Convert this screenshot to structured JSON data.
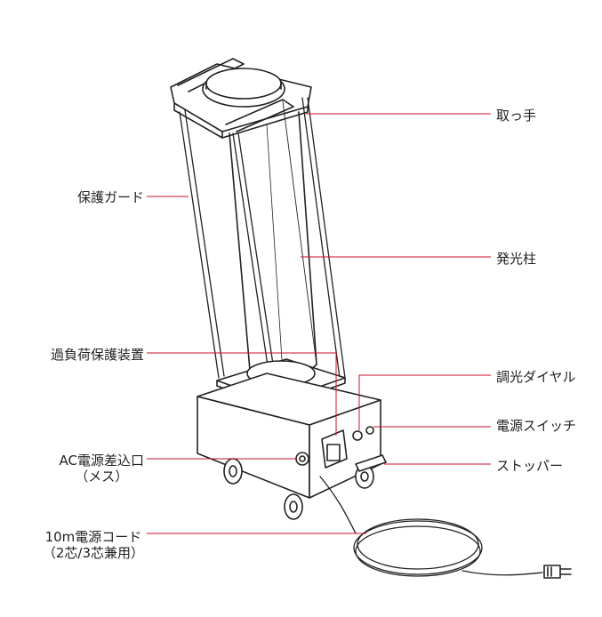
{
  "labels": {
    "handle": "取っ手",
    "guard": "保護ガード",
    "column": "発光柱",
    "overload": "過負荷保護装置",
    "dimmer": "調光ダイヤル",
    "power_switch": "電源スイッチ",
    "stopper": "ストッパー",
    "ac_inlet_line1": "AC電源差込口",
    "ac_inlet_line2": "（メス）",
    "cord_line1": "10m電源コード",
    "cord_line2": "（2芯/3芯兼用）"
  },
  "colors": {
    "leader": "#c8102e",
    "outline": "#222222"
  }
}
